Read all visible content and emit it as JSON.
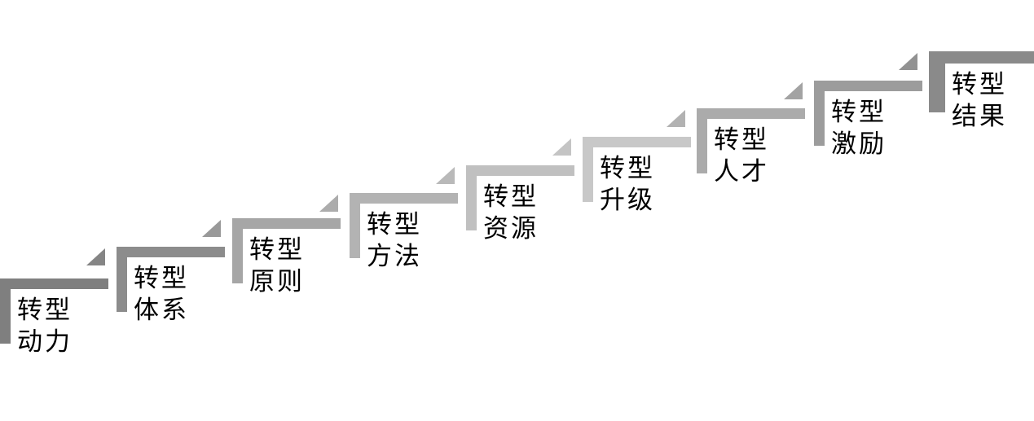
{
  "diagram": {
    "type": "step-up-process",
    "background_color": "#ffffff",
    "text_color": "#000000",
    "steps": [
      {
        "label": "转型动力",
        "line1": "转型",
        "line2": "动力",
        "color": "#7f7f7f"
      },
      {
        "label": "转型体系",
        "line1": "转型",
        "line2": "体系",
        "color": "#8c8c8c"
      },
      {
        "label": "转型原则",
        "line1": "转型",
        "line2": "原则",
        "color": "#a6a6a6"
      },
      {
        "label": "转型方法",
        "line1": "转型",
        "line2": "方法",
        "color": "#b3b3b3"
      },
      {
        "label": "转型资源",
        "line1": "转型",
        "line2": "资源",
        "color": "#c0c0c0"
      },
      {
        "label": "转型升级",
        "line1": "转型",
        "line2": "升级",
        "color": "#c8c8c8"
      },
      {
        "label": "转型人才",
        "line1": "转型",
        "line2": "人才",
        "color": "#ababab"
      },
      {
        "label": "转型激励",
        "line1": "转型",
        "line2": "激励",
        "color": "#9c9c9c"
      },
      {
        "label": "转型结果",
        "line1": "转型",
        "line2": "结果",
        "color": "#8a8a8a"
      }
    ],
    "triangles": [
      {
        "color": "#858585"
      },
      {
        "color": "#999999"
      },
      {
        "color": "#acacac"
      },
      {
        "color": "#b9b9b9"
      },
      {
        "color": "#c4c4c4"
      },
      {
        "color": "#b2b2b2"
      },
      {
        "color": "#a3a3a3"
      },
      {
        "color": "#929292"
      }
    ]
  }
}
